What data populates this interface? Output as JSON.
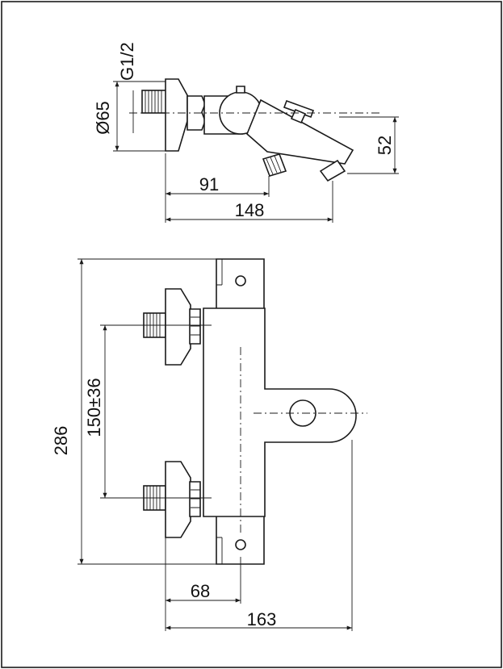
{
  "drawing": {
    "top_view": {
      "dims": {
        "thread": "G1/2",
        "diameter": "Ø65",
        "outlet_height": "52",
        "inlet_to_diverter": "91",
        "overall_depth": "148"
      }
    },
    "front_view": {
      "dims": {
        "height": "286",
        "inlet_spacing": "150±36",
        "body_offset": "68",
        "overall_width": "163"
      }
    }
  }
}
